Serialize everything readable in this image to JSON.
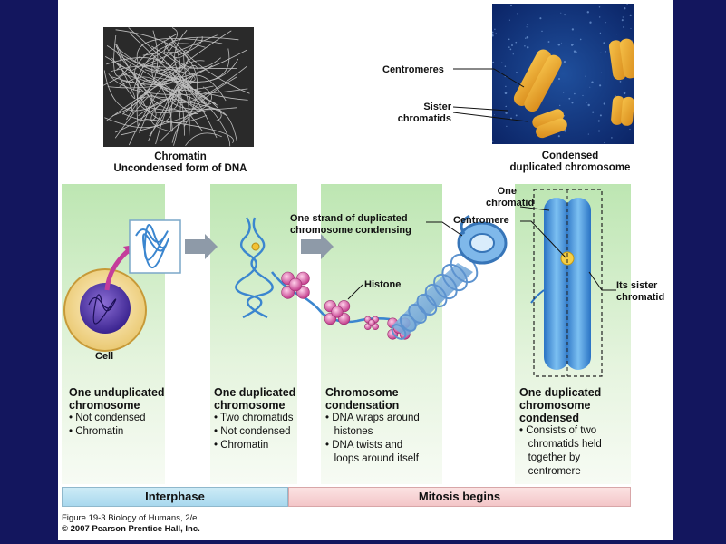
{
  "photos": {
    "chromatin_caption": [
      "Chromatin",
      "Uncondensed form of DNA"
    ],
    "condensed_caption": [
      "Condensed",
      "duplicated chromosome"
    ],
    "centromeres_label": "Centromeres",
    "sister_chromatids_label": [
      "Sister",
      "chromatids"
    ]
  },
  "labels": {
    "cell": "Cell",
    "one_strand": [
      "One strand of duplicated",
      "chromosome condensing"
    ],
    "histone": "Histone",
    "one_chromatid": [
      "One",
      "chromatid"
    ],
    "centromere": "Centromere",
    "its_sister": [
      "Its sister",
      "chromatid"
    ]
  },
  "stages": [
    {
      "title": [
        "One unduplicated",
        "chromosome"
      ],
      "bullets": [
        "• Not condensed",
        "• Chromatin"
      ]
    },
    {
      "title": [
        "One duplicated",
        "chromosome"
      ],
      "bullets": [
        "• Two chromatids",
        "• Not condensed",
        "• Chromatin"
      ]
    },
    {
      "title": [
        "Chromosome",
        "condensation"
      ],
      "bullets": [
        "• DNA wraps around",
        "   histones",
        "• DNA twists and",
        "   loops around itself"
      ]
    },
    {
      "title": [
        "One duplicated",
        "chromosome",
        "condensed"
      ],
      "bullets": [
        "• Consists of two",
        "   chromatids held",
        "   together by",
        "   centromere"
      ]
    }
  ],
  "phases": {
    "left": "Interphase",
    "right": "Mitosis begins"
  },
  "footer": {
    "line1": "Figure 19-3  Biology of Humans, 2/e",
    "line2": "© 2007 Pearson Prentice Hall, Inc."
  },
  "colors": {
    "background": "#13165e",
    "interphase": "#bfe3f3",
    "mitosis": "#f6d0d2",
    "column": "#c9ebbf",
    "chromosome": "#3d8fd6"
  }
}
